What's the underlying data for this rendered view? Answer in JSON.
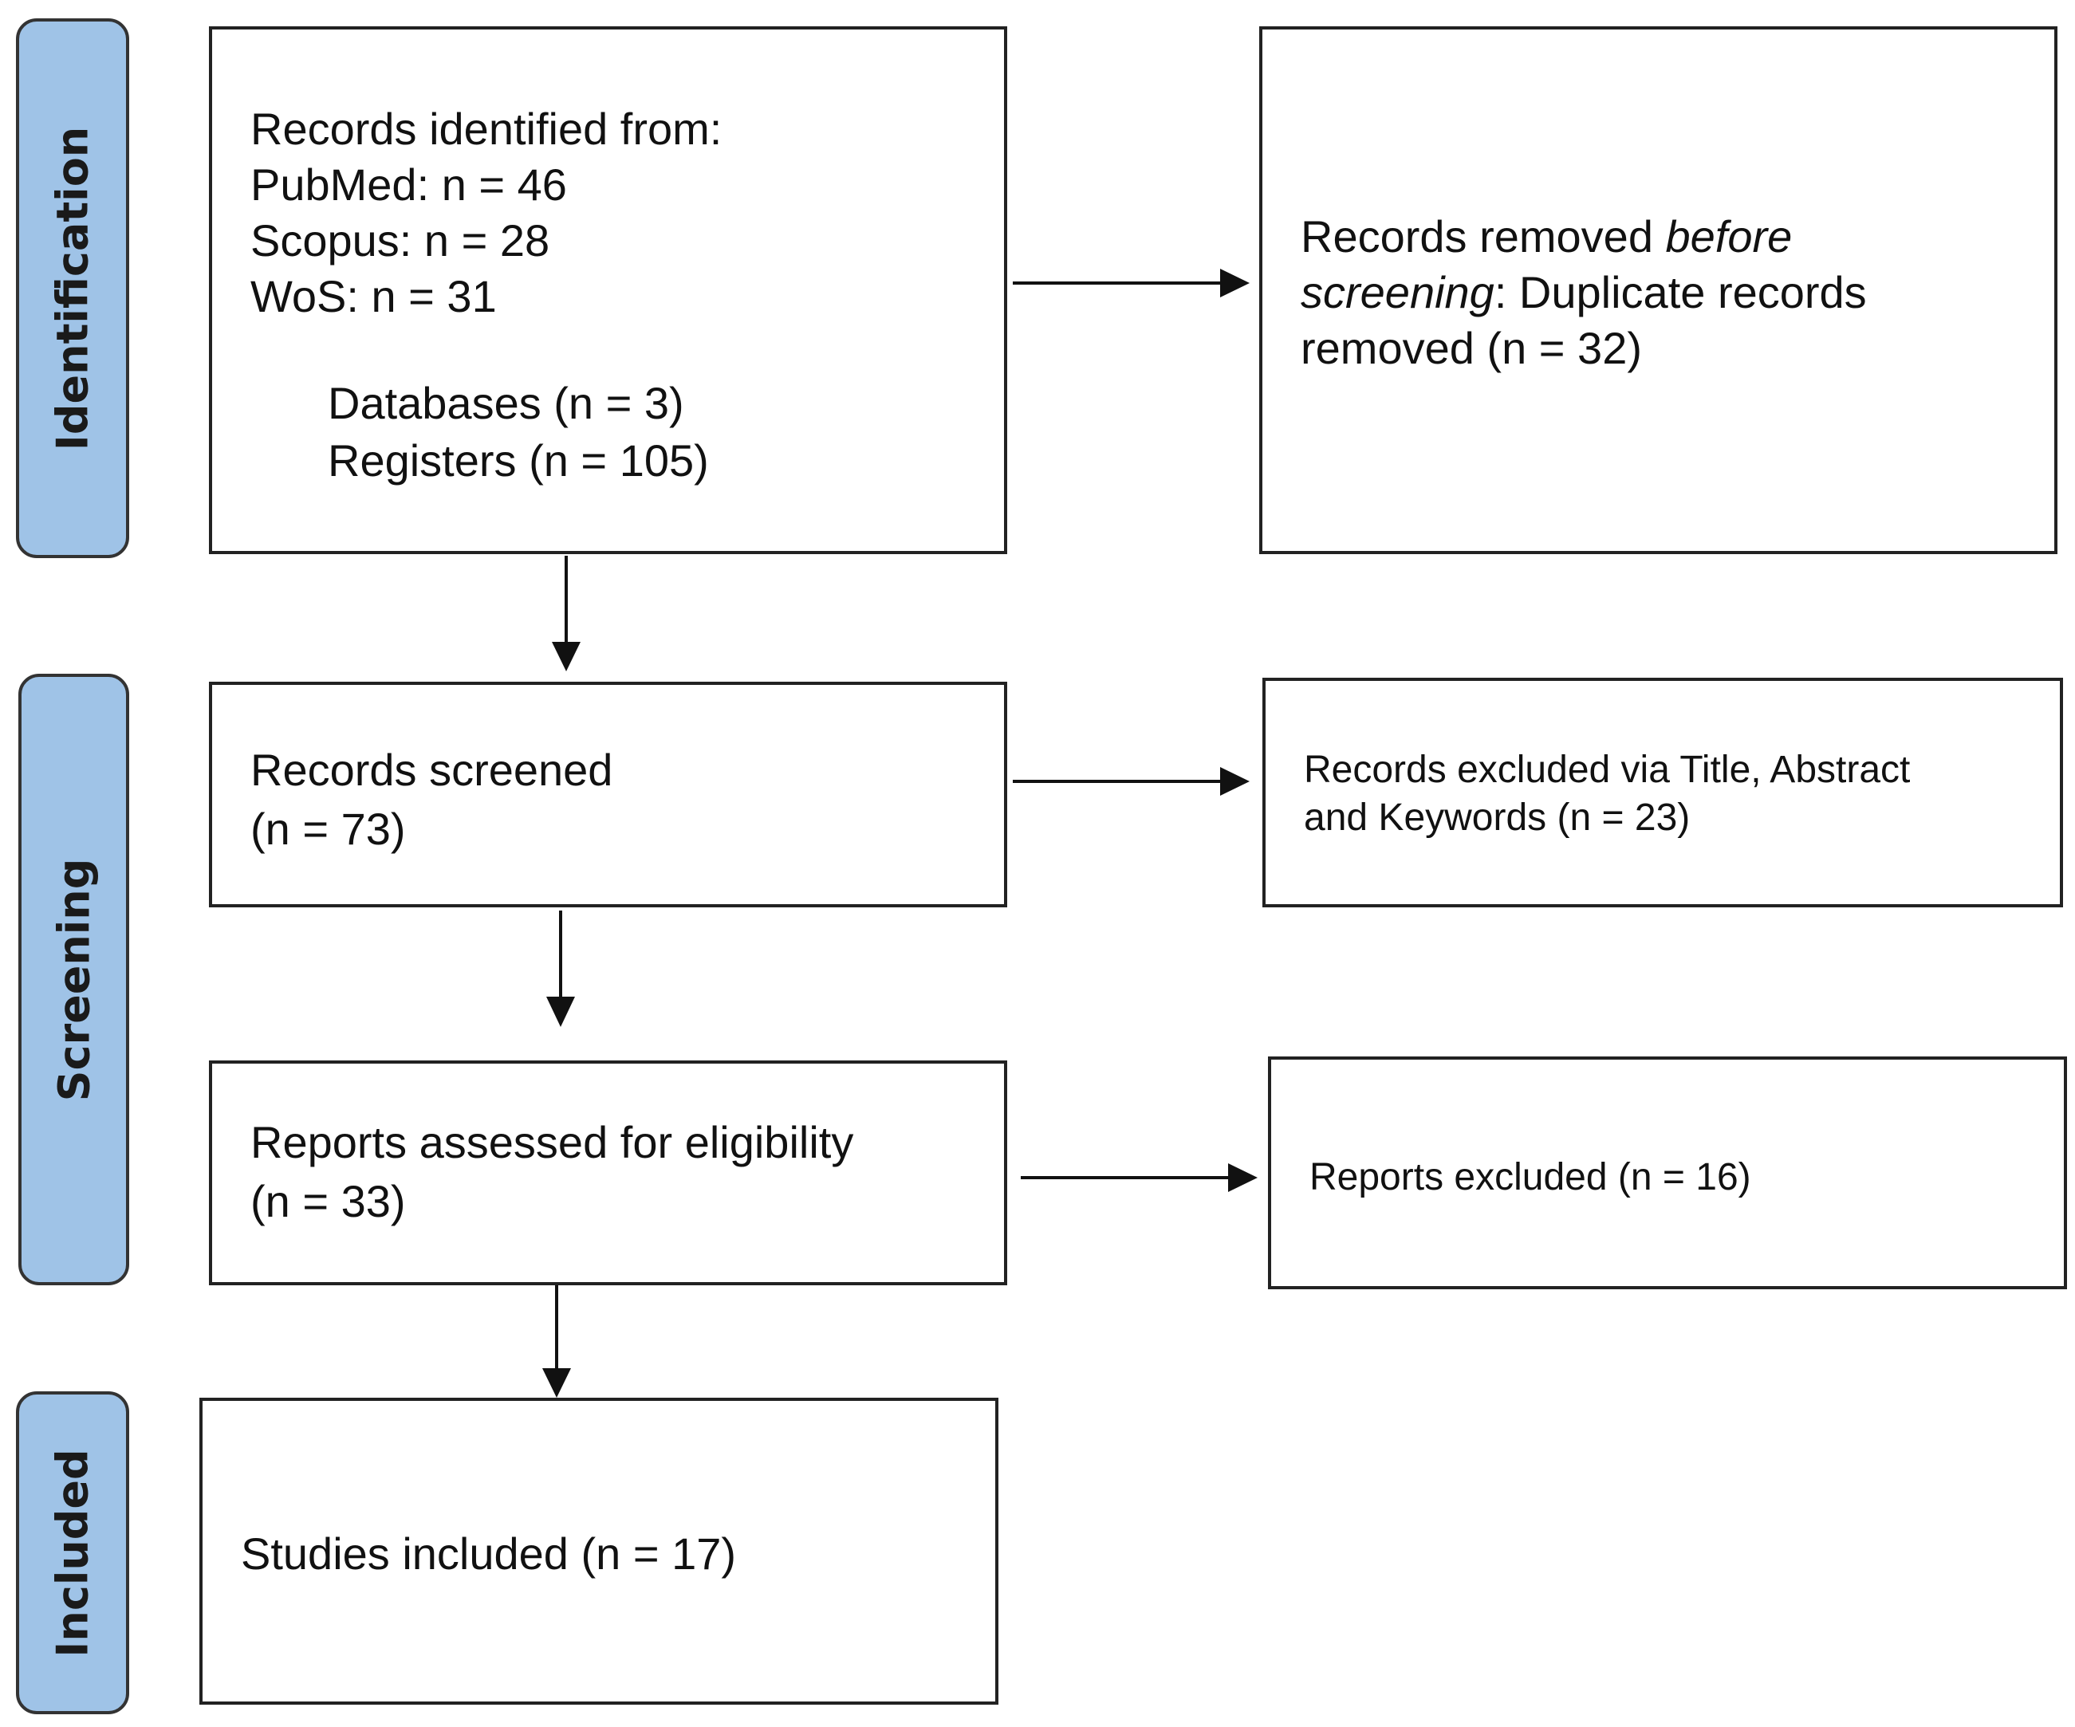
{
  "stages": {
    "identification": "Identification",
    "screening": "Screening",
    "included": "Included"
  },
  "identified": {
    "heading": "Records identified from:",
    "pubmed": "PubMed: n = 46",
    "scopus": "Scopus: n = 28",
    "wos": "WoS: n = 31",
    "databases": "Databases (n = 3)",
    "registers": "Registers (n = 105)"
  },
  "removed": {
    "prefix": "Records removed ",
    "italic": "before",
    "line2_italic": "screening",
    "line2_rest": ": Duplicate records",
    "line3": "removed (n = 32)"
  },
  "screened": {
    "line1": "Records screened",
    "line2": "(n = 73)"
  },
  "excluded_screen": {
    "line1": "Records excluded via Title, Abstract",
    "line2": "and Keywords (n = 23)"
  },
  "assessed": {
    "line1": "Reports assessed for eligibility",
    "line2": "(n = 33)"
  },
  "excluded_reports": {
    "line1": "Reports excluded (n = 16)"
  },
  "included": {
    "line1": "Studies included (n = 17)"
  },
  "colors": {
    "stage_fill": "#9fc3e7",
    "border": "#222222"
  }
}
